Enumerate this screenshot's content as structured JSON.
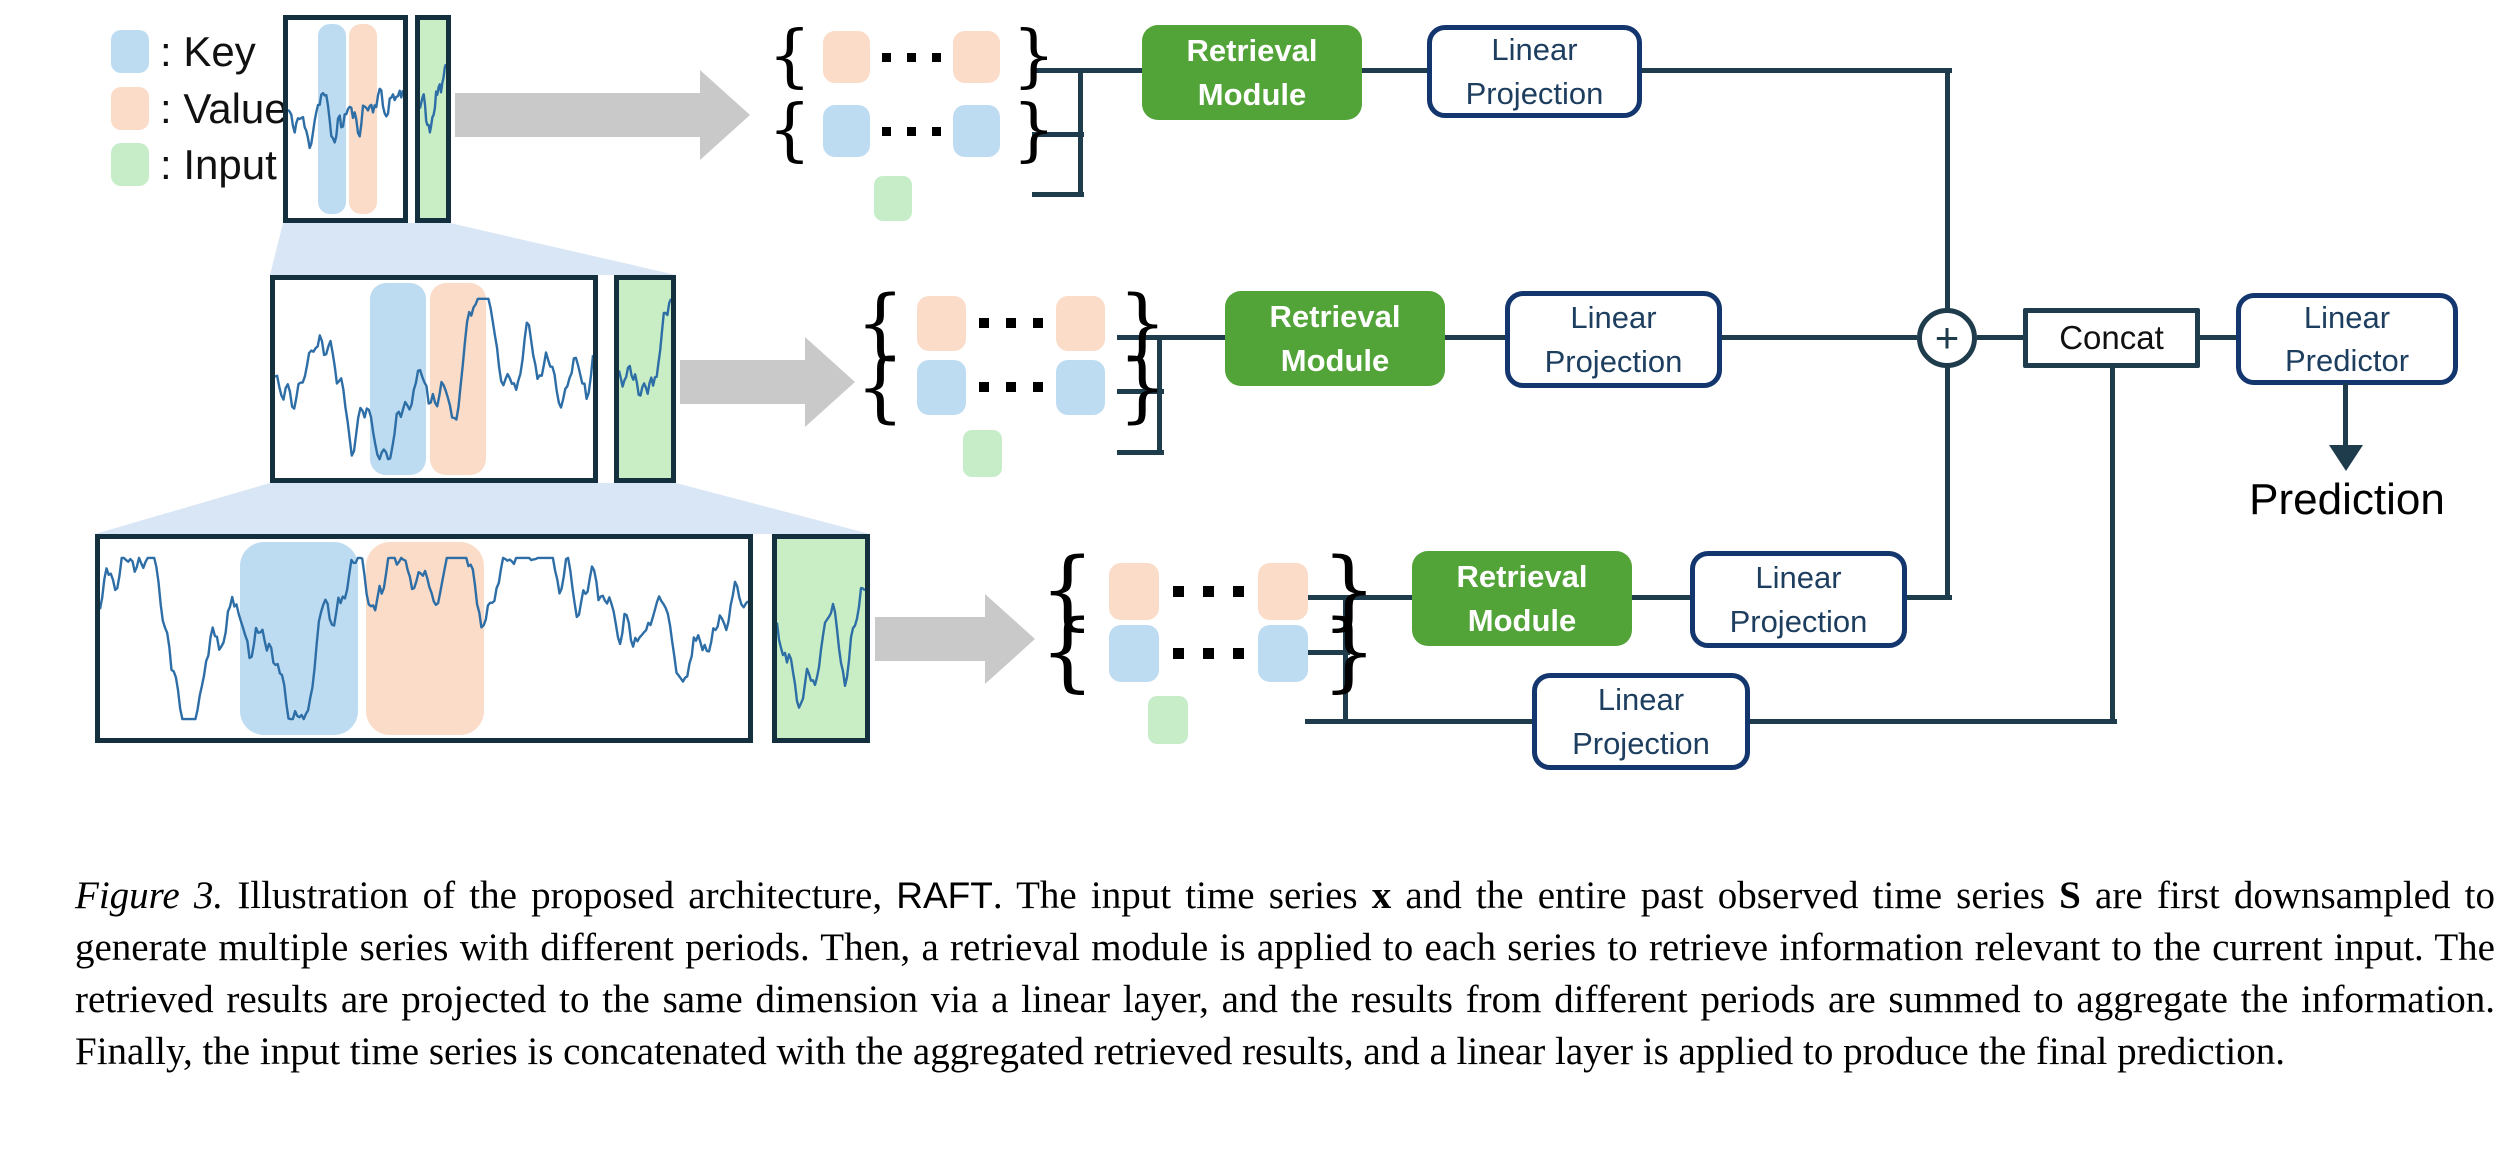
{
  "figure": {
    "legend": {
      "items": [
        {
          "label": ": Key"
        },
        {
          "label": ": Value"
        },
        {
          "label": ": Input"
        }
      ]
    },
    "set_notation": {
      "open": "{",
      "close": "}"
    },
    "boxes": {
      "retrieval_module": {
        "line1": "Retrieval",
        "line2": "Module"
      },
      "linear_projection": {
        "line1": "Linear",
        "line2": "Projection"
      },
      "linear_predictor": {
        "line1": "Linear",
        "line2": "Predictor"
      },
      "concat": "Concat",
      "sum": "+"
    },
    "prediction_label": "Prediction"
  },
  "caption": {
    "segments": [
      {
        "text": "Figure 3.",
        "style": "italic"
      },
      {
        "text": " Illustration of the proposed architecture, ",
        "style": "serif"
      },
      {
        "text": "RAFT",
        "style": "sans"
      },
      {
        "text": ". The input time series ",
        "style": "serif"
      },
      {
        "text": "x",
        "style": "bold"
      },
      {
        "text": " and the entire past observed time series ",
        "style": "serif"
      },
      {
        "text": "S",
        "style": "bold"
      },
      {
        "text": " are first downsampled to generate multiple series with different periods. Then, a retrieval module is applied to each series to retrieve information relevant to the current input. The retrieved results are projected to the same dimension via a linear layer, and the results from different periods are summed to aggregate the information. Finally, the input time series is concatenated with the aggregated retrieved results, and a linear layer is applied to produce the final prediction.",
        "style": "serif"
      }
    ]
  },
  "colors": {
    "key": "#bedcf1",
    "value": "#fadcc8",
    "input": "#c6edc8",
    "input_fill": "#c9eec6",
    "module_green": "#52a338",
    "line_navy": "#1e3c4c",
    "box_border_navy": "#14366e",
    "series_blue": "#2e6ea6",
    "trapezoid_blue": "#d9e6f5",
    "arrow_gray": "#c9c9c9"
  }
}
